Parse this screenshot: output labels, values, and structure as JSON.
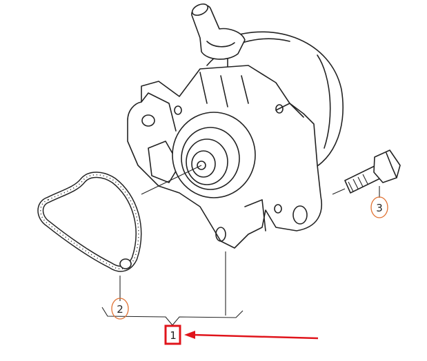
{
  "diagram": {
    "callouts": [
      {
        "id": "1",
        "label": "1",
        "highlight": "box",
        "color": "#e0141b"
      },
      {
        "id": "2",
        "label": "2",
        "highlight": "ellipse",
        "color": "#e07030"
      },
      {
        "id": "3",
        "label": "3",
        "highlight": "ellipse",
        "color": "#e07030"
      }
    ],
    "arrow_color": "#e0141b"
  }
}
